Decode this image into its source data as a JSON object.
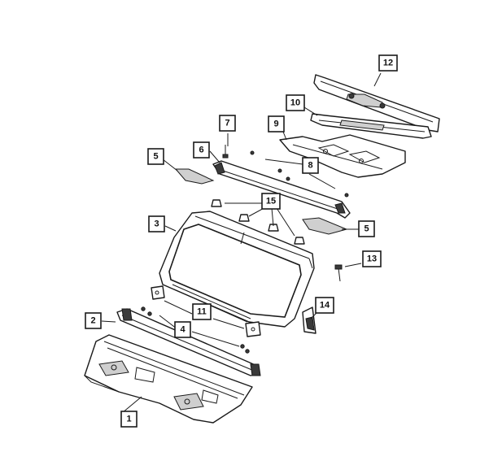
{
  "callouts": [
    {
      "id": "c1",
      "label": "1"
    },
    {
      "id": "c2",
      "label": "2"
    },
    {
      "id": "c3",
      "label": "3"
    },
    {
      "id": "c4",
      "label": "4"
    },
    {
      "id": "c5a",
      "label": "5"
    },
    {
      "id": "c5b",
      "label": "5"
    },
    {
      "id": "c6",
      "label": "6"
    },
    {
      "id": "c7",
      "label": "7"
    },
    {
      "id": "c8",
      "label": "8"
    },
    {
      "id": "c9",
      "label": "9"
    },
    {
      "id": "c10",
      "label": "10"
    },
    {
      "id": "c11",
      "label": "11"
    },
    {
      "id": "c12",
      "label": "12"
    },
    {
      "id": "c13",
      "label": "13"
    },
    {
      "id": "c14",
      "label": "14"
    },
    {
      "id": "c15",
      "label": "15"
    }
  ],
  "colors": {
    "line": "#1a1a1a",
    "fill": "#ffffff",
    "shade": "#cfcfcf"
  }
}
